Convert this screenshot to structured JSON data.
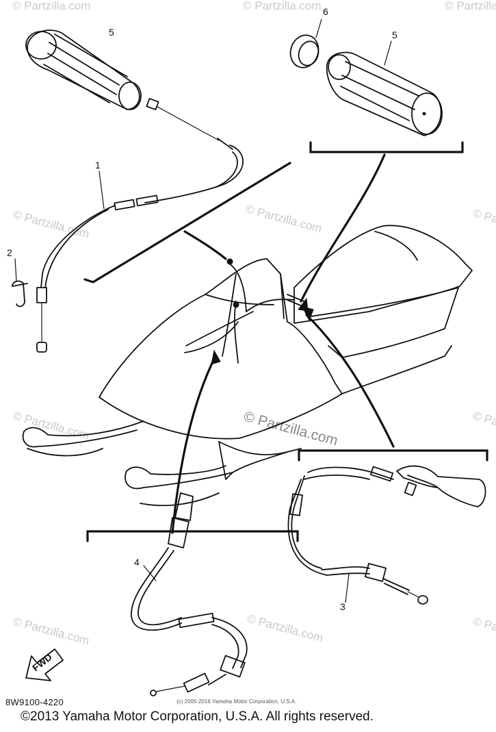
{
  "watermark": {
    "text": "© Partzilla.com",
    "center_text": "© Partzilla.com"
  },
  "callouts": {
    "c1": "1",
    "c2": "2",
    "c3": "3",
    "c4": "4",
    "c5_left": "5",
    "c5_right": "5",
    "c6": "6"
  },
  "fwd_label": "FWD",
  "diagram_code": "8W9100-4220",
  "small_copyright": "(c) 2005-2016 Yamaha Motor Corporation, U.S.A.",
  "footer_copyright": "©2013 Yamaha Motor Corporation, U.S.A. All rights reserved."
}
